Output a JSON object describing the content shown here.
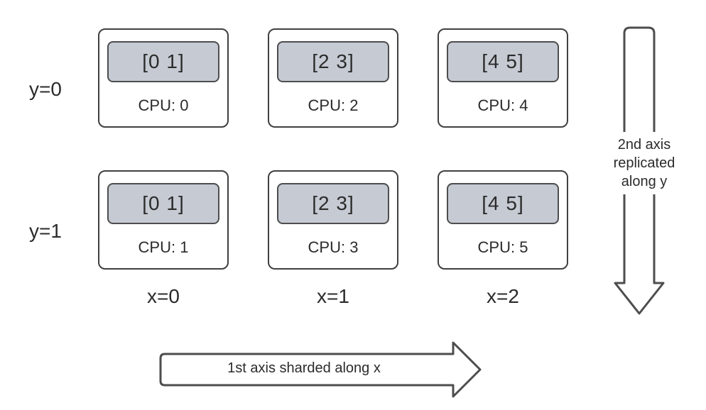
{
  "grid": {
    "rows": [
      {
        "label": "y=0",
        "cells": [
          {
            "shard": "[0 1]",
            "cpu": "CPU: 0"
          },
          {
            "shard": "[2 3]",
            "cpu": "CPU: 2"
          },
          {
            "shard": "[4 5]",
            "cpu": "CPU: 4"
          }
        ]
      },
      {
        "label": "y=1",
        "cells": [
          {
            "shard": "[0 1]",
            "cpu": "CPU: 1"
          },
          {
            "shard": "[2 3]",
            "cpu": "CPU: 3"
          },
          {
            "shard": "[4 5]",
            "cpu": "CPU: 5"
          }
        ]
      }
    ],
    "col_labels": [
      "x=0",
      "x=1",
      "x=2"
    ]
  },
  "arrows": {
    "vertical": {
      "label": "2nd axis replicated along y",
      "label_lines": [
        "2nd axis",
        "replicated",
        "along y"
      ]
    },
    "horizontal": {
      "label": "1st axis sharded along x"
    }
  },
  "colors": {
    "background": "#ffffff",
    "box_border": "#404040",
    "shard_fill": "#c5cad3",
    "arrow_stroke": "#4d4d4d",
    "text": "#2b2b2b"
  }
}
